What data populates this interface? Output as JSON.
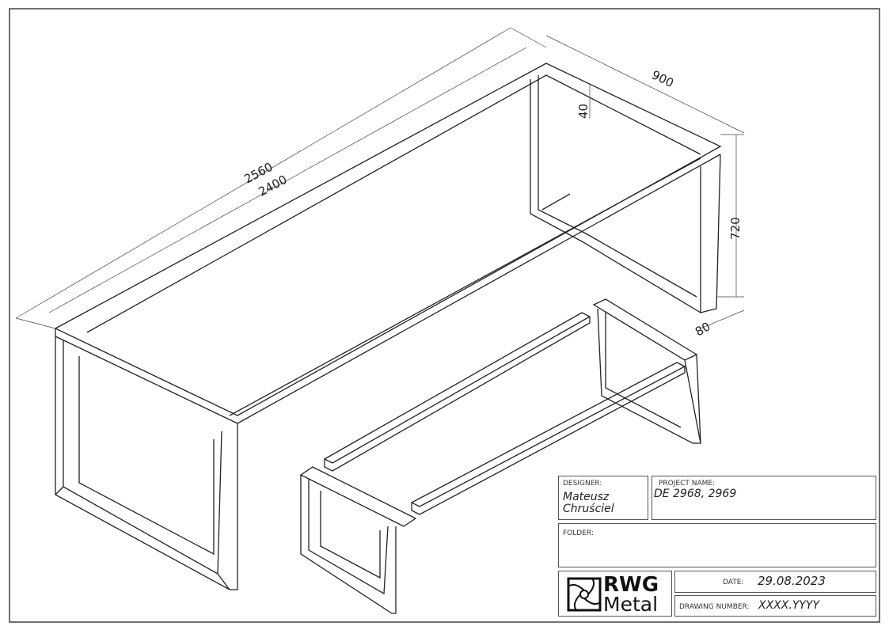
{
  "dimensions": {
    "overall_length": "2560",
    "inner_length": "2400",
    "width": "900",
    "height": "720",
    "profile_width": "80",
    "top_plate": "40"
  },
  "title_block": {
    "designer_label": "DESIGNER:",
    "designer_line1": "Mateusz",
    "designer_line2": "Chruściel",
    "project_label": "PROJECT NAME:",
    "project_value": "DE 2968, 2969",
    "folder_label": "FOLDER:",
    "logo_line1": "RWG",
    "logo_line2": "Metal",
    "date_label": "DATE:",
    "date_value": "29.08.2023",
    "drawing_number_label": "DRAWING NUMBER:",
    "drawing_number_value": "XXXX.YYYY"
  }
}
